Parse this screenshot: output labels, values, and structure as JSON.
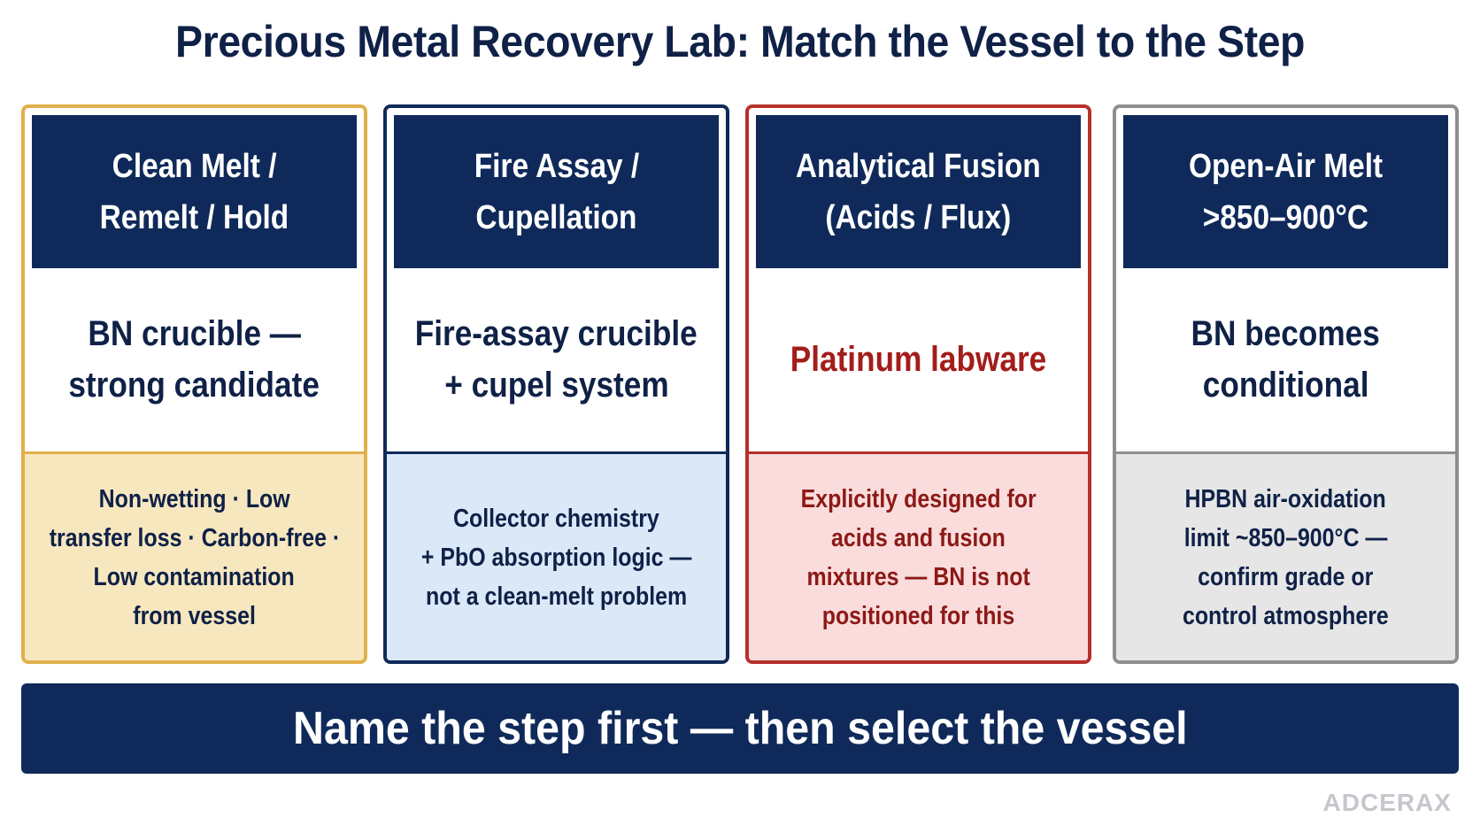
{
  "title": "Precious Metal Recovery Lab: Match the Vessel to the Step",
  "cards": [
    {
      "heading": [
        "Clean Melt /",
        "Remelt / Hold"
      ],
      "vessel": [
        "BN crucible —",
        "strong candidate"
      ],
      "notes": [
        "Non-wetting · Low",
        "transfer loss · Carbon-free ·",
        "Low contamination",
        "from vessel"
      ]
    },
    {
      "heading": [
        "Fire Assay /",
        "Cupellation"
      ],
      "vessel": [
        "Fire-assay crucible",
        "+ cupel system"
      ],
      "notes": [
        "Collector chemistry",
        "+ PbO absorption logic —",
        "not a clean-melt problem"
      ]
    },
    {
      "heading": [
        "Analytical Fusion",
        "(Acids / Flux)"
      ],
      "vessel": [
        "Platinum labware"
      ],
      "notes": [
        "Explicitly designed for",
        "acids and fusion",
        "mixtures — BN is not",
        "positioned for this"
      ]
    },
    {
      "heading": [
        "Open-Air Melt",
        ">850–900°C"
      ],
      "vessel": [
        "BN becomes",
        "conditional"
      ],
      "notes": [
        "HPBN air-oxidation",
        "limit ~850–900°C —",
        "confirm grade or",
        "control atmosphere"
      ]
    }
  ],
  "banner": "Name the step first — then select the vessel",
  "logo": "ADCERAX",
  "colors": {
    "navy": "#0f2a5a",
    "gold": "#e0b04a",
    "red": "#b8302a",
    "gray": "#8e8e8e",
    "light_blue": "#dbe8f8"
  }
}
